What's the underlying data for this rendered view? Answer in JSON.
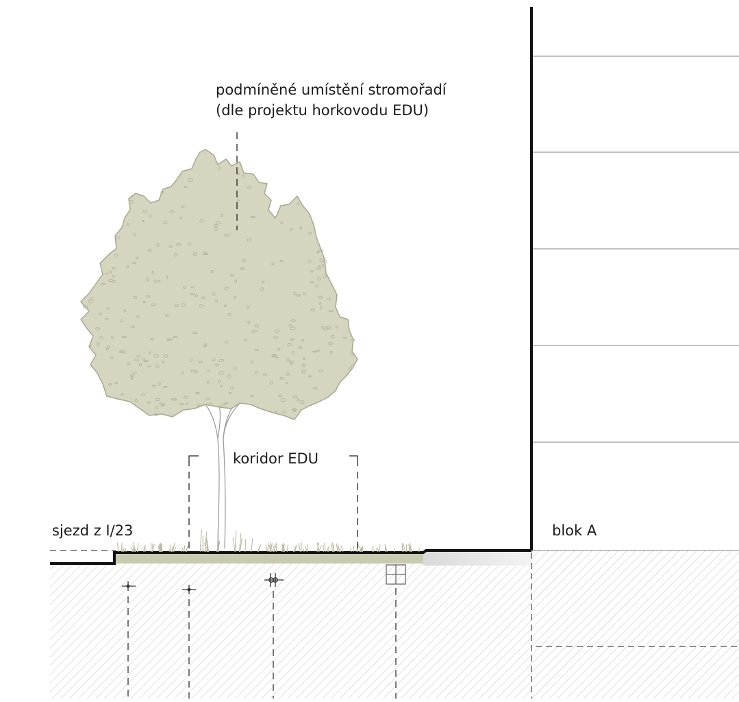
{
  "labels": {
    "note_line1": "podmíněné umístění stromořadí",
    "note_line2": "(dle projektu horkovodu EDU)",
    "corridor": "koridor EDU",
    "exit_road": "sjezd z I/23",
    "block": "blok A"
  },
  "colors": {
    "line": "#111111",
    "thin_line": "#9a9a9a",
    "canopy_fill": "#d6d6c0",
    "canopy_edge": "#a8a892",
    "canopy_speckle": "#b4b39c",
    "green_strip": "#c9cbb1",
    "hatch": "#cfcfcf",
    "dash": "#333333",
    "grey_dash": "#8c8c8c"
  },
  "icons": {
    "tree": "tree-illustration",
    "utility_markers": [
      "pipe-marker-icon",
      "pipe-marker-icon",
      "double-pipe-marker-icon",
      "grid-box-marker-icon"
    ]
  }
}
